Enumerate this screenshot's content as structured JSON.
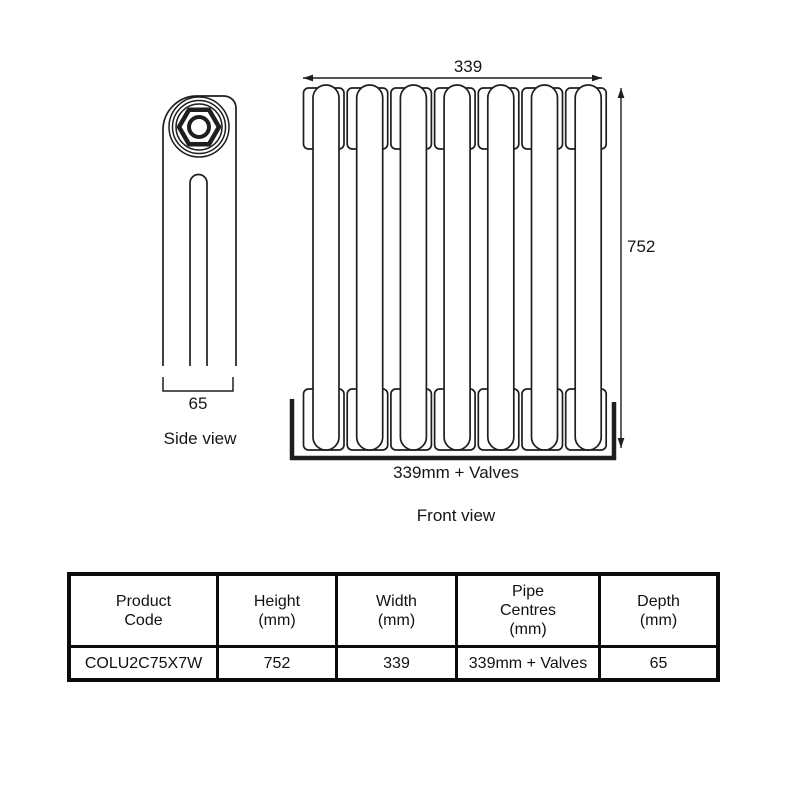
{
  "side_view": {
    "label": "Side view",
    "depth_dimension": "65"
  },
  "front_view": {
    "label": "Front view",
    "width_dimension": "339",
    "height_dimension": "752",
    "pipe_centres_dimension": "339mm + Valves",
    "columns": 7
  },
  "spec_table": {
    "headers": [
      "Product\nCode",
      "Height\n(mm)",
      "Width\n(mm)",
      "Pipe\nCentres\n(mm)",
      "Depth\n(mm)"
    ],
    "row": [
      "COLU2C75X7W",
      "752",
      "339",
      "339mm + Valves",
      "65"
    ]
  },
  "colors": {
    "line": "#1e1e1e",
    "background": "#ffffff"
  }
}
